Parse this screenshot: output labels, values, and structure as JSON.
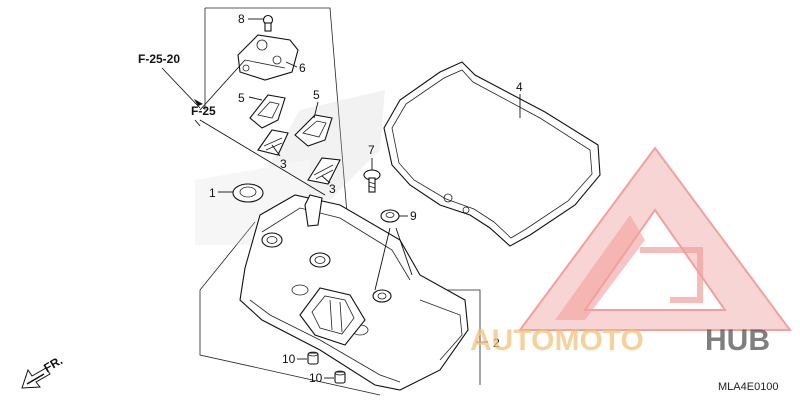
{
  "diagram": {
    "callouts": {
      "c1": "1",
      "c2": "2",
      "c3a": "3",
      "c3b": "3",
      "c4": "4",
      "c5a": "5",
      "c5b": "5",
      "c6": "6",
      "c7": "7",
      "c8": "8",
      "c9": "9",
      "c10a": "10",
      "c10b": "10"
    },
    "refs": {
      "r1": "F-25-20",
      "r2": "F-25"
    },
    "front_label": "FR.",
    "diagram_code": "MLA4E0100"
  },
  "watermark": {
    "brand_part1": "AUTOMOTO",
    "brand_part2": "HUB",
    "color_primary": "#e8534f",
    "color_secondary": "#f4c27a",
    "color_dark": "#555555"
  }
}
